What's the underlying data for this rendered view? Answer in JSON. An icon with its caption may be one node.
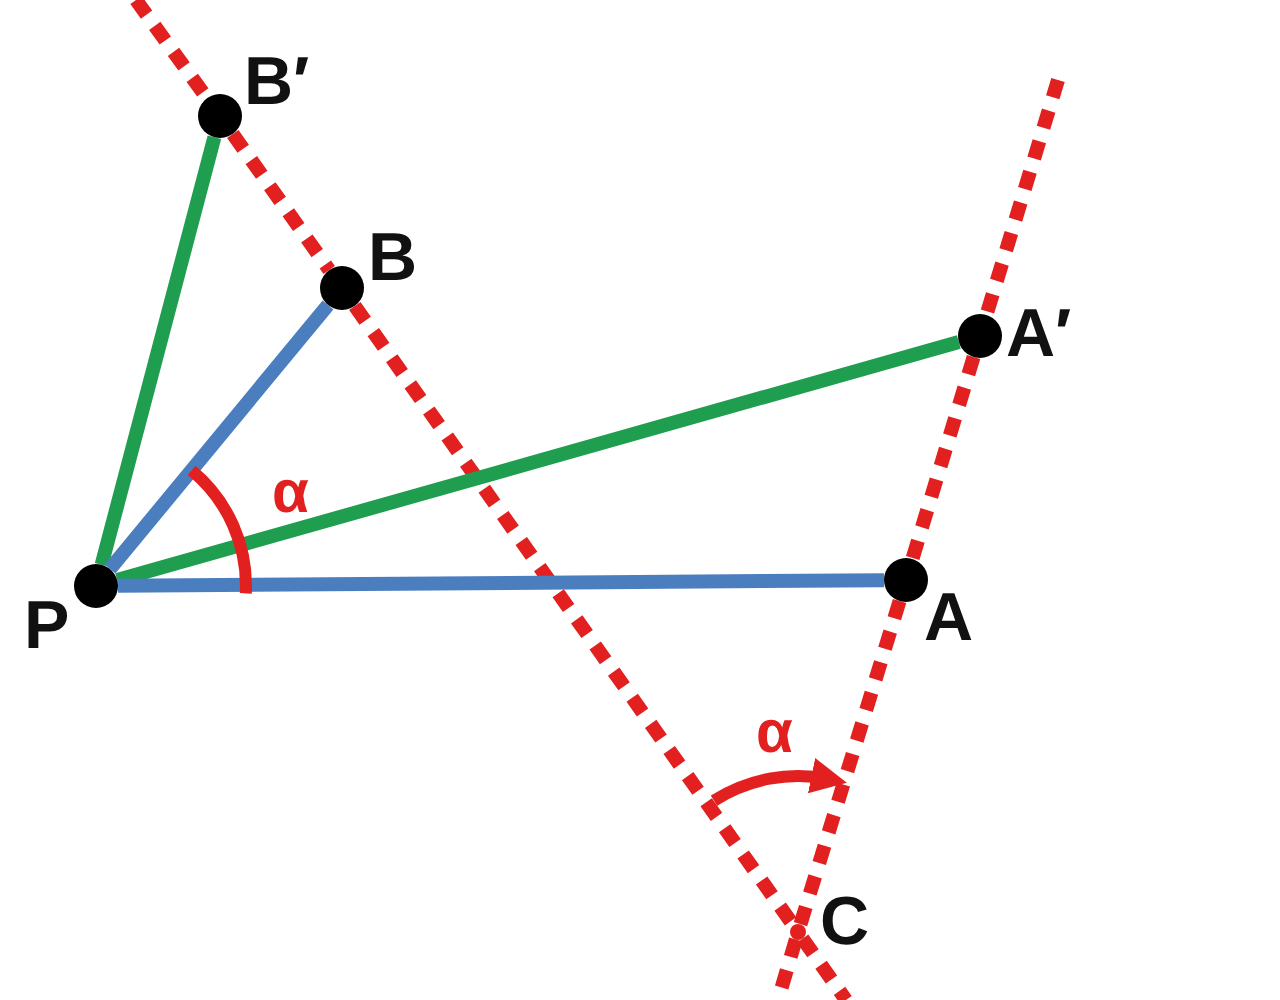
{
  "diagram": {
    "nodes": [
      {
        "text": [],
        "shape": "circle",
        "beside": [
          "B′"
        ]
      },
      {
        "text": [],
        "shape": "circle",
        "beside": [
          "B"
        ]
      },
      {
        "text": [],
        "shape": "circle",
        "beside": [
          "A′"
        ]
      },
      {
        "text": [],
        "shape": "circle",
        "beside": [
          "P"
        ]
      },
      {
        "text": [],
        "shape": "circle",
        "beside": [
          "A"
        ]
      },
      {
        "text": [],
        "shape": "point",
        "beside": [
          "C"
        ]
      }
    ],
    "edges": [
      {
        "from": null,
        "to": 0,
        "arrow": "none",
        "style": "dashed"
      },
      {
        "from": 0,
        "to": 1,
        "arrow": "none",
        "style": "dashed"
      },
      {
        "from": 1,
        "to": 5,
        "arrow": "none",
        "style": "dashed"
      },
      {
        "from": 5,
        "to": null,
        "arrow": "none",
        "style": "dashed"
      },
      {
        "from": null,
        "to": 2,
        "arrow": "none",
        "style": "dashed"
      },
      {
        "from": 2,
        "to": 4,
        "arrow": "none",
        "style": "dashed"
      },
      {
        "from": 4,
        "to": 5,
        "arrow": "none",
        "style": "dashed"
      },
      {
        "from": 5,
        "to": null,
        "arrow": "none",
        "style": "dashed"
      },
      {
        "from": 3,
        "to": 0,
        "arrow": "none",
        "color": "#1f9e4f"
      },
      {
        "from": 3,
        "to": 1,
        "arrow": "none",
        "color": "#4a7ebf"
      },
      {
        "from": 3,
        "to": 2,
        "arrow": "none",
        "color": "#1f9e4f"
      },
      {
        "from": 3,
        "to": 4,
        "arrow": "none",
        "color": "#4a7ebf"
      }
    ],
    "labels": [
      "α",
      "α"
    ]
  }
}
